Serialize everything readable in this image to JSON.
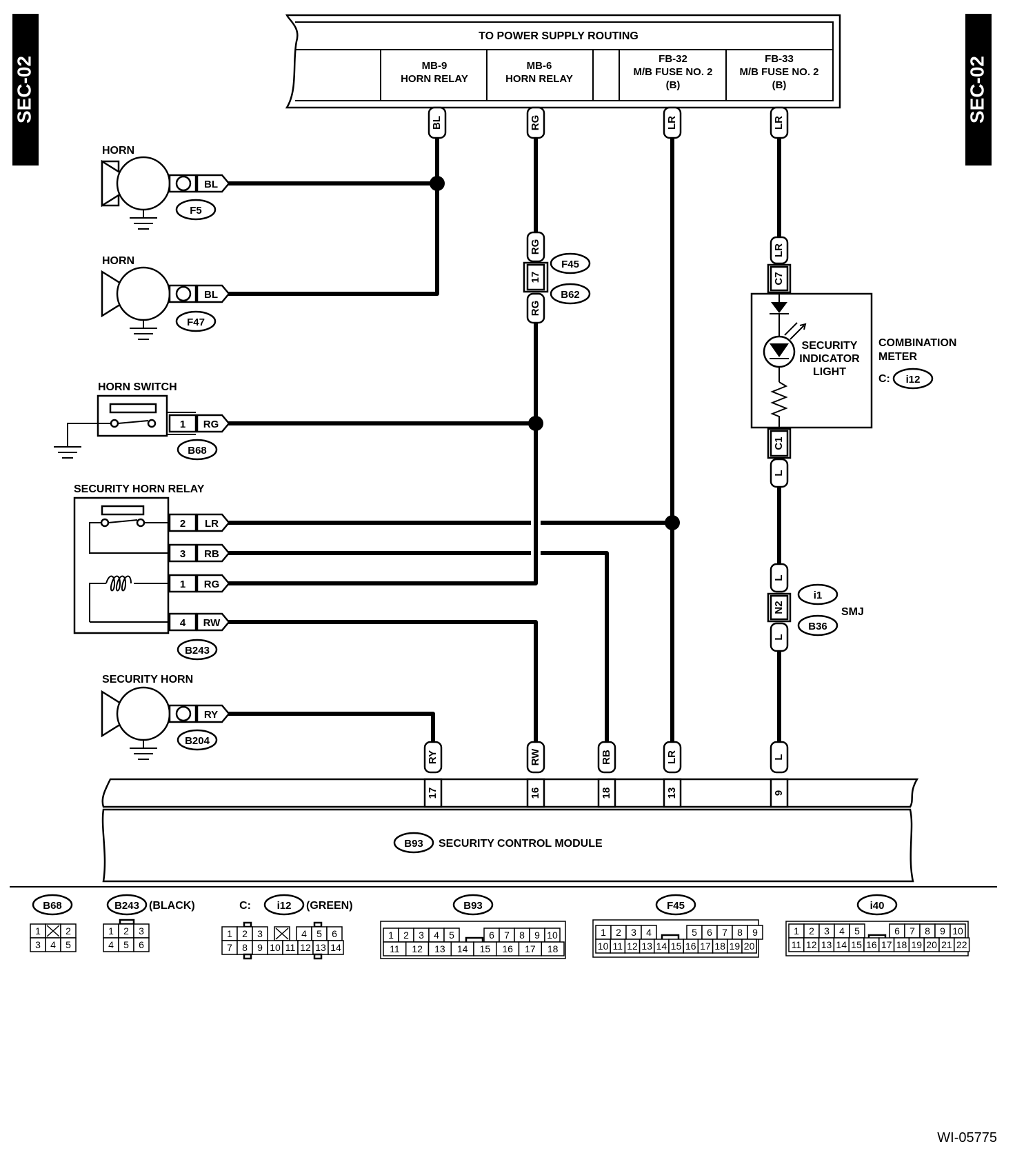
{
  "side_tabs": {
    "left": "SEC-02",
    "right": "SEC-02"
  },
  "power_supply": {
    "title": "TO POWER SUPPLY ROUTING",
    "columns": [
      {
        "line1": "MB-9",
        "line2": "HORN RELAY",
        "line3": ""
      },
      {
        "line1": "MB-6",
        "line2": "HORN RELAY",
        "line3": ""
      },
      {
        "line1": "FB-32",
        "line2": "M/B FUSE NO. 2",
        "line3": "(B)"
      },
      {
        "line1": "FB-33",
        "line2": "M/B FUSE NO. 2",
        "line3": "(B)"
      }
    ]
  },
  "wire_codes": {
    "bl": "BL",
    "rg": "RG",
    "lr": "LR",
    "rb": "RB",
    "rw": "RW",
    "ry": "RY",
    "l": "L",
    "c7": "C7",
    "c1": "C1",
    "n2": "N2",
    "p17": "17"
  },
  "components": {
    "horn_1": {
      "label": "HORN",
      "wire": "BL",
      "connector": "F5"
    },
    "horn_2": {
      "label": "HORN",
      "wire": "BL",
      "connector": "F47"
    },
    "horn_switch": {
      "label": "HORN SWITCH",
      "pin": "1",
      "wire": "RG",
      "connector": "B68"
    },
    "security_horn_relay": {
      "label": "SECURITY HORN RELAY",
      "connector": "B243",
      "pins": [
        {
          "pin": "2",
          "wire": "LR"
        },
        {
          "pin": "3",
          "wire": "RB"
        },
        {
          "pin": "1",
          "wire": "RG"
        },
        {
          "pin": "4",
          "wire": "RW"
        }
      ]
    },
    "security_horn": {
      "label": "SECURITY HORN",
      "wire": "RY",
      "connector": "B204"
    },
    "junction_f45_b62": {
      "top": "F45",
      "bottom": "B62"
    },
    "combination_meter": {
      "label_line1": "COMBINATION",
      "label_line2": "METER",
      "connector_prefix": "C:",
      "connector": "i12",
      "light_line1": "SECURITY",
      "light_line2": "INDICATOR",
      "light_line3": "LIGHT"
    },
    "smj": {
      "label": "SMJ",
      "top": "i1",
      "bottom": "B36"
    },
    "security_control_module": {
      "connector": "B93",
      "label": "SECURITY CONTROL MODULE",
      "pins": [
        {
          "pin": "17",
          "wire": "RY"
        },
        {
          "pin": "16",
          "wire": "RW"
        },
        {
          "pin": "18",
          "wire": "RB"
        },
        {
          "pin": "13",
          "wire": "LR"
        },
        {
          "pin": "9",
          "wire": "L"
        }
      ]
    }
  },
  "connector_faces": {
    "b68": {
      "name": "B68",
      "row1": [
        "1",
        "",
        "2"
      ],
      "row2": [
        "3",
        "4",
        "5"
      ]
    },
    "b243": {
      "name": "B243",
      "note": "(BLACK)",
      "row1": [
        "1",
        "2",
        "3"
      ],
      "row2": [
        "4",
        "5",
        "6"
      ]
    },
    "i12": {
      "prefix": "C:",
      "name": "i12",
      "note": "(GREEN)",
      "row1": [
        "1",
        "2",
        "3",
        "",
        "4",
        "5",
        "6"
      ],
      "row2": [
        "7",
        "8",
        "9",
        "10",
        "11",
        "12",
        "13",
        "14"
      ]
    },
    "b93": {
      "name": "B93",
      "row1": [
        "1",
        "2",
        "3",
        "4",
        "5",
        "6",
        "7",
        "8",
        "9",
        "10"
      ],
      "row2": [
        "11",
        "12",
        "13",
        "14",
        "15",
        "16",
        "17",
        "18"
      ]
    },
    "f45": {
      "name": "F45",
      "row1": [
        "1",
        "2",
        "3",
        "4",
        "5",
        "6",
        "7",
        "8",
        "9"
      ],
      "row2": [
        "10",
        "11",
        "12",
        "13",
        "14",
        "15",
        "16",
        "17",
        "18",
        "19",
        "20"
      ]
    },
    "i40": {
      "name": "i40",
      "row1": [
        "1",
        "2",
        "3",
        "4",
        "5",
        "6",
        "7",
        "8",
        "9",
        "10"
      ],
      "row2": [
        "11",
        "12",
        "13",
        "14",
        "15",
        "16",
        "17",
        "18",
        "19",
        "20",
        "21",
        "22"
      ]
    }
  },
  "figure_id": "WI-05775"
}
